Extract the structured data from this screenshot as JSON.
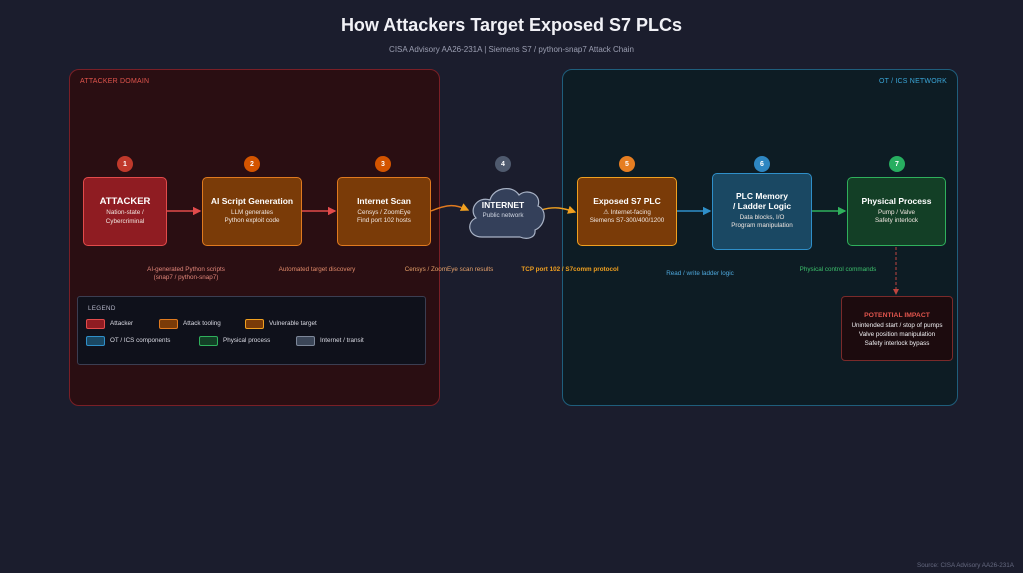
{
  "title": "How Attackers Target Exposed S7 PLCs",
  "subtitle": "CISA Advisory AA26-231A | Siemens S7 / python-snap7 Attack Chain",
  "domains": {
    "attacker": "ATTACKER DOMAIN",
    "ot": "OT / ICS NETWORK"
  },
  "steps": [
    {
      "number": "1",
      "title": "ATTACKER",
      "lines": [
        "Nation-state /",
        "Cybercriminal"
      ]
    },
    {
      "number": "2",
      "title": "AI Script Generation",
      "lines": [
        "LLM generates",
        "Python exploit code"
      ]
    },
    {
      "number": "3",
      "title": "Internet Scan",
      "lines": [
        "Censys / ZoomEye",
        "Find port 102 hosts"
      ]
    },
    {
      "number": "4",
      "title": "INTERNET",
      "lines": [
        "Public network"
      ]
    },
    {
      "number": "5",
      "title": "Exposed S7 PLC",
      "lines": [
        "⚠ Internet-facing",
        "Siemens S7-300/400/1200"
      ]
    },
    {
      "number": "6",
      "title_lines": [
        "PLC Memory",
        "/ Ladder Logic"
      ],
      "lines": [
        "Data blocks, I/O",
        "Program manipulation"
      ]
    },
    {
      "number": "7",
      "title": "Physical Process",
      "lines": [
        "Pump / Valve",
        "Safety interlock"
      ]
    }
  ],
  "edge_labels": {
    "ai_scripts": [
      "AI-generated Python scripts",
      "(snap7 / python-snap7)"
    ],
    "discovery": "Automated target discovery",
    "scan_results": "Censys / ZoomEye scan results",
    "protocol": "TCP port 102 / S7comm protocol",
    "ladder": "Read / write ladder logic",
    "control": "Physical control commands"
  },
  "legend": {
    "title": "LEGEND",
    "items": [
      {
        "label": "Attacker",
        "color": "#8f1c22"
      },
      {
        "label": "Attack tooling",
        "color": "#7a3b08"
      },
      {
        "label": "Vulnerable target",
        "color": "#7a3b08"
      },
      {
        "label": "OT / ICS components",
        "color": "#1a4863"
      },
      {
        "label": "Physical process",
        "color": "#133f26"
      },
      {
        "label": "Internet / transit",
        "color": "#3b4658"
      }
    ]
  },
  "impact": {
    "title": "POTENTIAL IMPACT",
    "lines": [
      "Unintended start / stop of pumps",
      "Valve position manipulation",
      "Safety interlock bypass"
    ]
  },
  "source": "Source: CISA Advisory AA26-231A",
  "colors": {
    "attacker": "#e24b4b",
    "tooling": "#e07a1f",
    "target": "#f0a020",
    "ot": "#2f8fc9",
    "physical": "#2fb05c",
    "internet": "#5b6779"
  }
}
